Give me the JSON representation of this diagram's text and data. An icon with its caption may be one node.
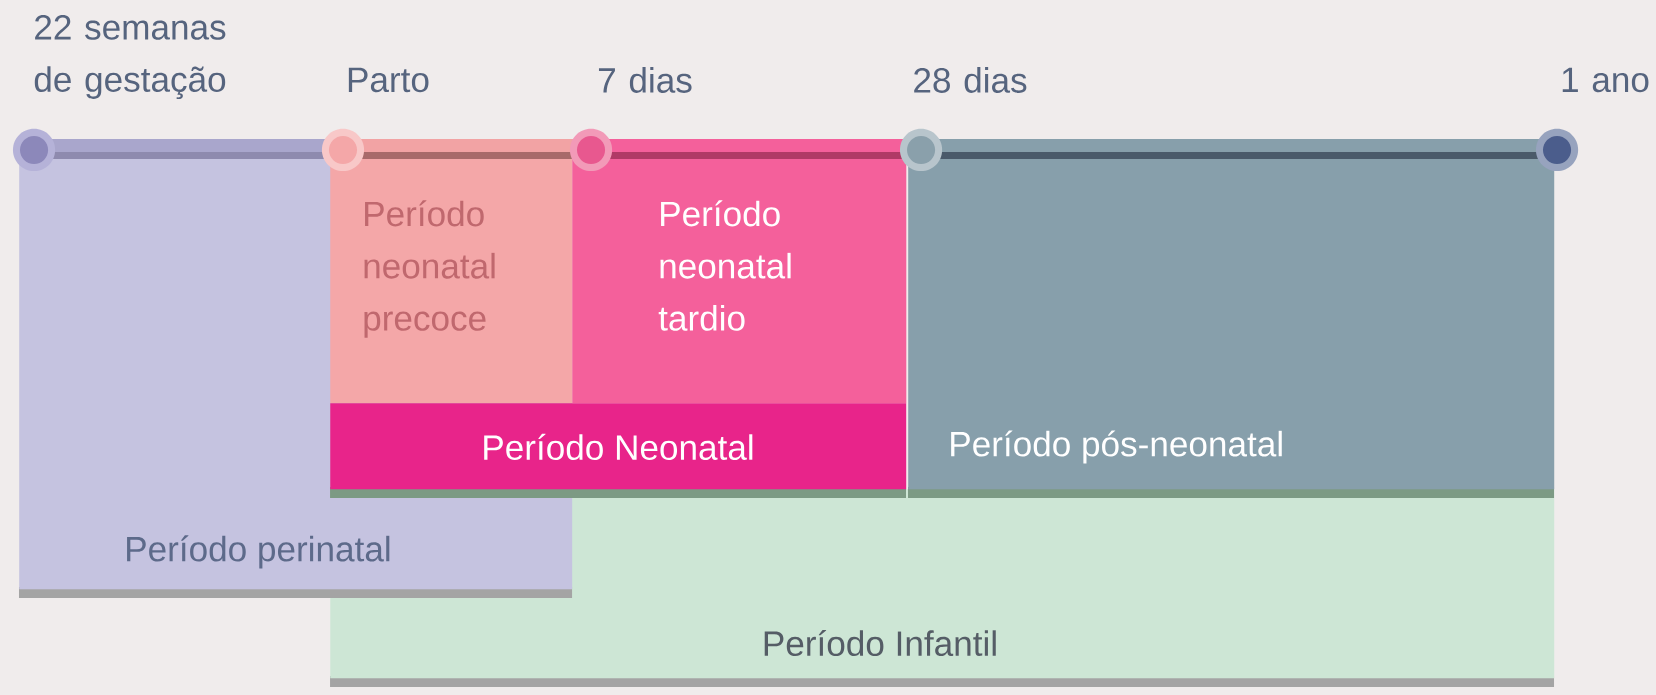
{
  "diagram": {
    "nodes": [
      {
        "text": [
          "Período perinatal"
        ]
      },
      {
        "text": [
          "Período neonatal precoce"
        ],
        "in": 0
      },
      {
        "text": [
          "Período neonatal tardio"
        ]
      },
      {
        "text": [
          "Período Neonatal"
        ]
      },
      {
        "text": [
          "Período pós-neonatal"
        ]
      },
      {
        "text": [
          "Período Infantil"
        ]
      }
    ],
    "labels": [
      "22 semanas de gestação",
      "Parto",
      "7 dias",
      "28 dias",
      "1 ano"
    ]
  }
}
